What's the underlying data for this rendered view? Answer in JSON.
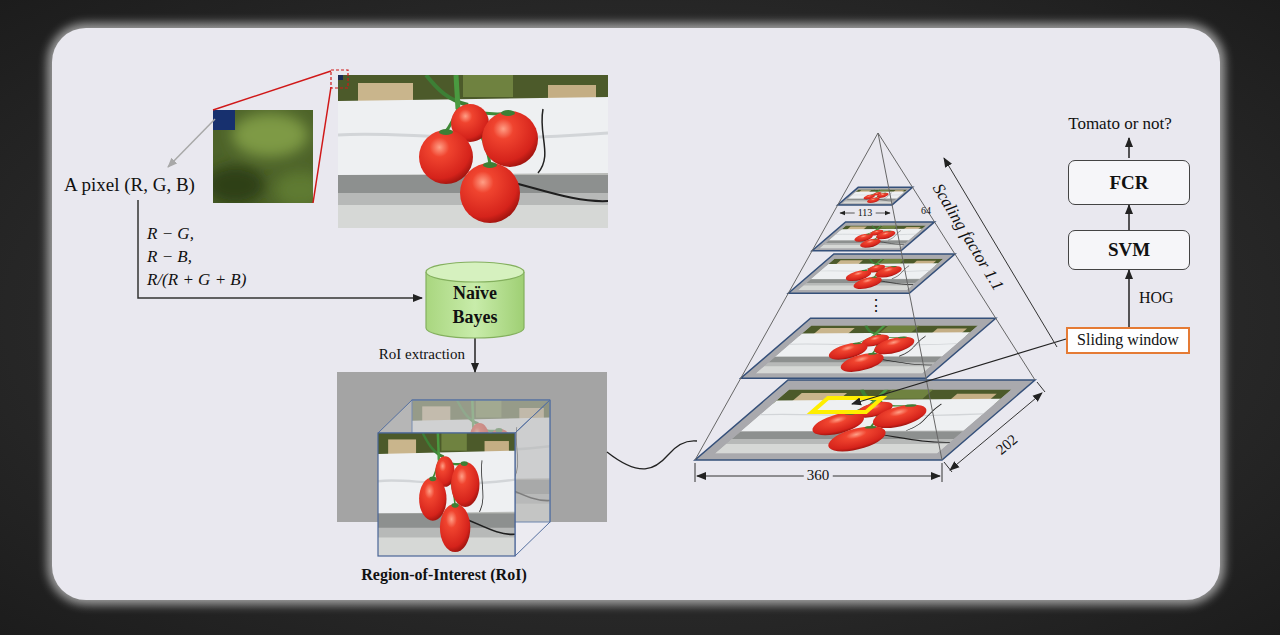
{
  "diagram": {
    "nodes": [
      {
        "text": [
          "Naïve Bayes"
        ]
      },
      {
        "text": [
          "Region-of-Interest (RoI)"
        ]
      },
      {
        "text": [
          "Sliding window"
        ]
      },
      {
        "text": [
          "SVM"
        ]
      },
      {
        "text": [
          "FCR"
        ]
      }
    ],
    "edges": [
      {
        "from": 0,
        "to": 1,
        "arrow": "to",
        "label": "RoI extraction"
      },
      {
        "from": 2,
        "to": 3,
        "arrow": "to",
        "label": "HOG"
      },
      {
        "from": 3,
        "to": 4,
        "arrow": "to"
      }
    ],
    "labels": [
      "A pixel (R, G, B)",
      "R − G,",
      "R − B,",
      "R/(R + G + B)",
      "113",
      "64",
      "Scaling factor 1.1",
      "⋮",
      "360",
      "202",
      "Tomato or not?"
    ]
  }
}
